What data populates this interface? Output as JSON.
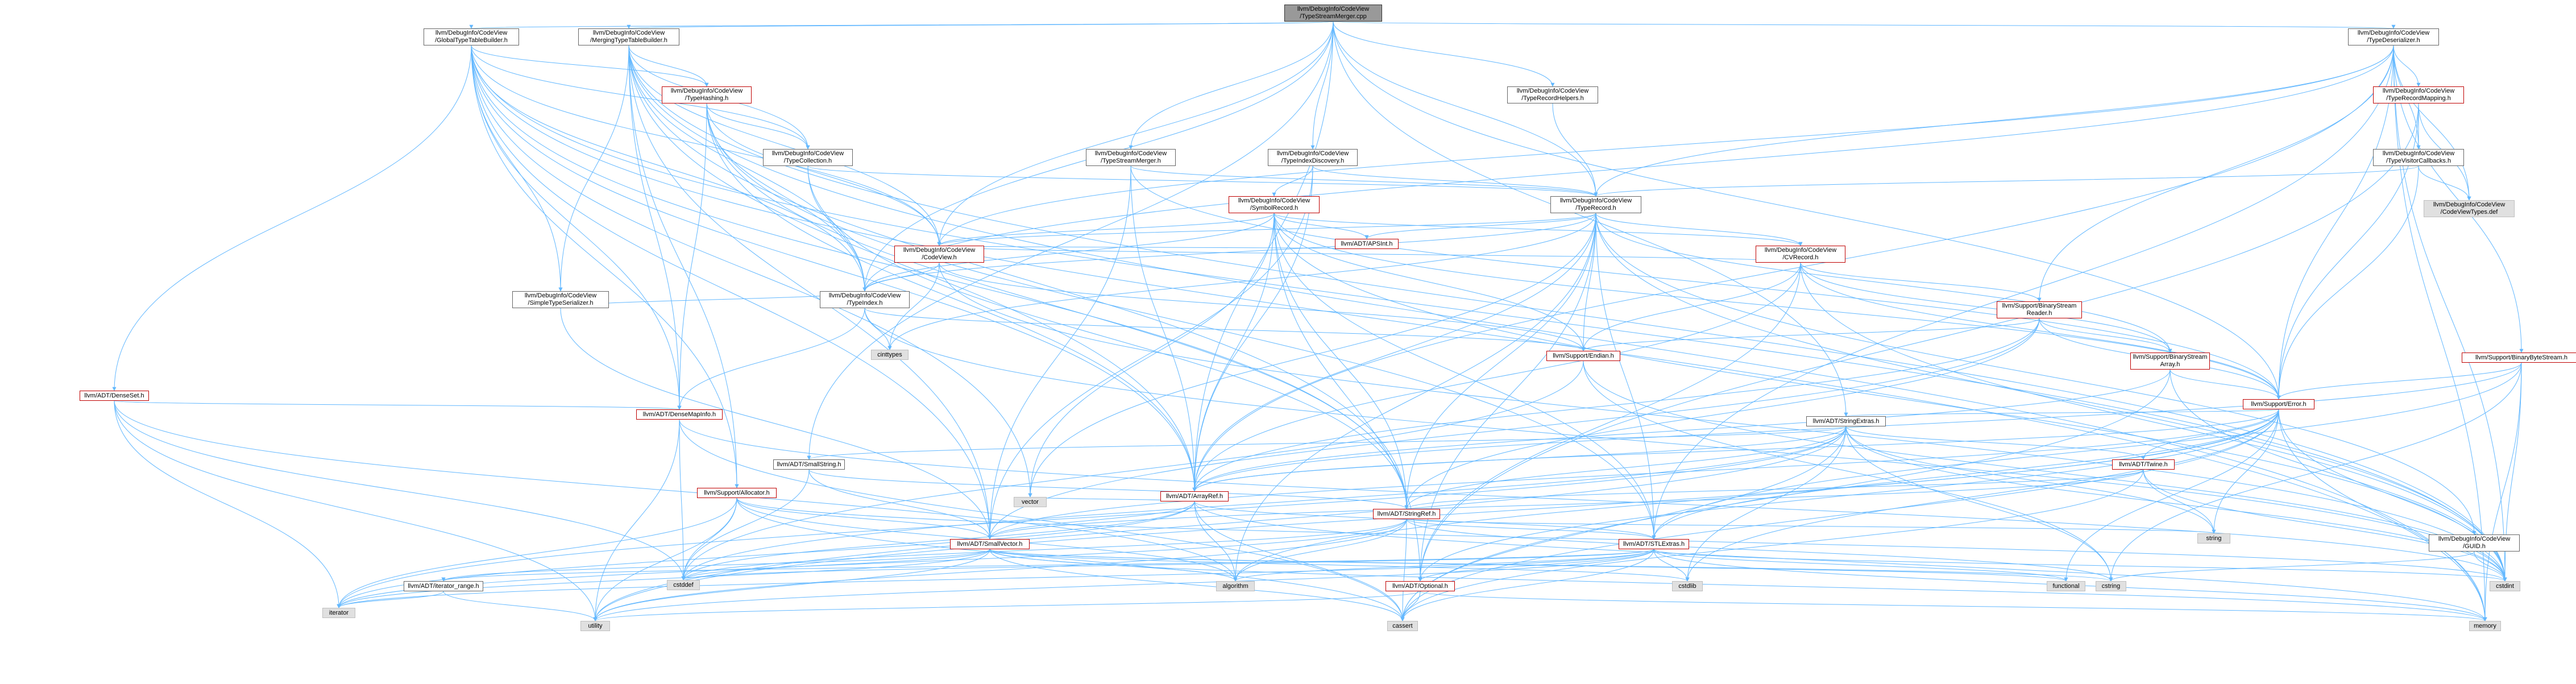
{
  "colors": {
    "edge": "#63b8ff",
    "arrow": "#63b8ff",
    "node_border": "#666666",
    "red_border": "#bf0000",
    "external_fill": "#e0e0e0",
    "root_fill": "#999999"
  },
  "nodes": {
    "root": {
      "l1": "llvm/DebugInfo/CodeView",
      "l2": "/TypeStreamMerger.cpp"
    },
    "gtb": {
      "l1": "llvm/DebugInfo/CodeView",
      "l2": "/GlobalTypeTableBuilder.h"
    },
    "mtb": {
      "l1": "llvm/DebugInfo/CodeView",
      "l2": "/MergingTypeTableBuilder.h"
    },
    "tdes": {
      "l1": "llvm/DebugInfo/CodeView",
      "l2": "/TypeDeserializer.h"
    },
    "thash": {
      "l1": "llvm/DebugInfo/CodeView",
      "l2": "/TypeHashing.h"
    },
    "trh": {
      "l1": "llvm/DebugInfo/CodeView",
      "l2": "/TypeRecordHelpers.h"
    },
    "trm": {
      "l1": "llvm/DebugInfo/CodeView",
      "l2": "/TypeRecordMapping.h"
    },
    "tcoll": {
      "l1": "llvm/DebugInfo/CodeView",
      "l2": "/TypeCollection.h"
    },
    "tsm": {
      "l1": "llvm/DebugInfo/CodeView",
      "l2": "/TypeStreamMerger.h"
    },
    "tid": {
      "l1": "llvm/DebugInfo/CodeView",
      "l2": "/TypeIndexDiscovery.h"
    },
    "tvc": {
      "l1": "llvm/DebugInfo/CodeView",
      "l2": "/TypeVisitorCallbacks.h"
    },
    "cvtdef": {
      "l1": "llvm/DebugInfo/CodeView",
      "l2": "/CodeViewTypes.def"
    },
    "symrec": {
      "l1": "llvm/DebugInfo/CodeView",
      "l2": "/SymbolRecord.h"
    },
    "trec": {
      "l1": "llvm/DebugInfo/CodeView",
      "l2": "/TypeRecord.h"
    },
    "apsint": {
      "l1": "llvm/ADT/APSInt.h",
      "l2": ""
    },
    "cv": {
      "l1": "llvm/DebugInfo/CodeView",
      "l2": "/CodeView.h"
    },
    "cvrec": {
      "l1": "llvm/DebugInfo/CodeView",
      "l2": "/CVRecord.h"
    },
    "tindex": {
      "l1": "llvm/DebugInfo/CodeView",
      "l2": "/TypeIndex.h"
    },
    "sts": {
      "l1": "llvm/DebugInfo/CodeView",
      "l2": "/SimpleTypeSerializer.h"
    },
    "cinttypes": {
      "l1": "cinttypes",
      "l2": ""
    },
    "bsr": {
      "l1": "llvm/Support/BinaryStream",
      "l2": "Reader.h"
    },
    "endian": {
      "l1": "llvm/Support/Endian.h",
      "l2": ""
    },
    "bbs": {
      "l1": "llvm/Support/BinaryByteStream.h",
      "l2": ""
    },
    "bsa": {
      "l1": "llvm/Support/BinaryStream",
      "l2": "Array.h"
    },
    "dset": {
      "l1": "llvm/ADT/DenseSet.h",
      "l2": ""
    },
    "dmi": {
      "l1": "llvm/ADT/DenseMapInfo.h",
      "l2": ""
    },
    "serr": {
      "l1": "llvm/Support/Error.h",
      "l2": ""
    },
    "strx": {
      "l1": "llvm/ADT/StringExtras.h",
      "l2": ""
    },
    "sstr": {
      "l1": "llvm/ADT/SmallString.h",
      "l2": ""
    },
    "twine": {
      "l1": "llvm/ADT/Twine.h",
      "l2": ""
    },
    "alloc": {
      "l1": "llvm/Support/Allocator.h",
      "l2": ""
    },
    "aref": {
      "l1": "llvm/ADT/ArrayRef.h",
      "l2": ""
    },
    "vector": {
      "l1": "vector",
      "l2": ""
    },
    "sref": {
      "l1": "llvm/ADT/StringRef.h",
      "l2": ""
    },
    "string": {
      "l1": "string",
      "l2": ""
    },
    "svec": {
      "l1": "llvm/ADT/SmallVector.h",
      "l2": ""
    },
    "stlx": {
      "l1": "llvm/ADT/STLExtras.h",
      "l2": ""
    },
    "guid": {
      "l1": "llvm/DebugInfo/CodeView",
      "l2": "/GUID.h"
    },
    "cstddef": {
      "l1": "cstddef",
      "l2": ""
    },
    "irange": {
      "l1": "llvm/ADT/iterator_range.h",
      "l2": ""
    },
    "algorithm": {
      "l1": "algorithm",
      "l2": ""
    },
    "cstdlib": {
      "l1": "cstdlib",
      "l2": ""
    },
    "functional": {
      "l1": "functional",
      "l2": ""
    },
    "cstring": {
      "l1": "cstring",
      "l2": ""
    },
    "cstdint": {
      "l1": "cstdint",
      "l2": ""
    },
    "optional": {
      "l1": "llvm/ADT/Optional.h",
      "l2": ""
    },
    "iterator": {
      "l1": "iterator",
      "l2": ""
    },
    "utility": {
      "l1": "utility",
      "l2": ""
    },
    "cassert": {
      "l1": "cassert",
      "l2": ""
    },
    "memory": {
      "l1": "memory",
      "l2": ""
    }
  }
}
